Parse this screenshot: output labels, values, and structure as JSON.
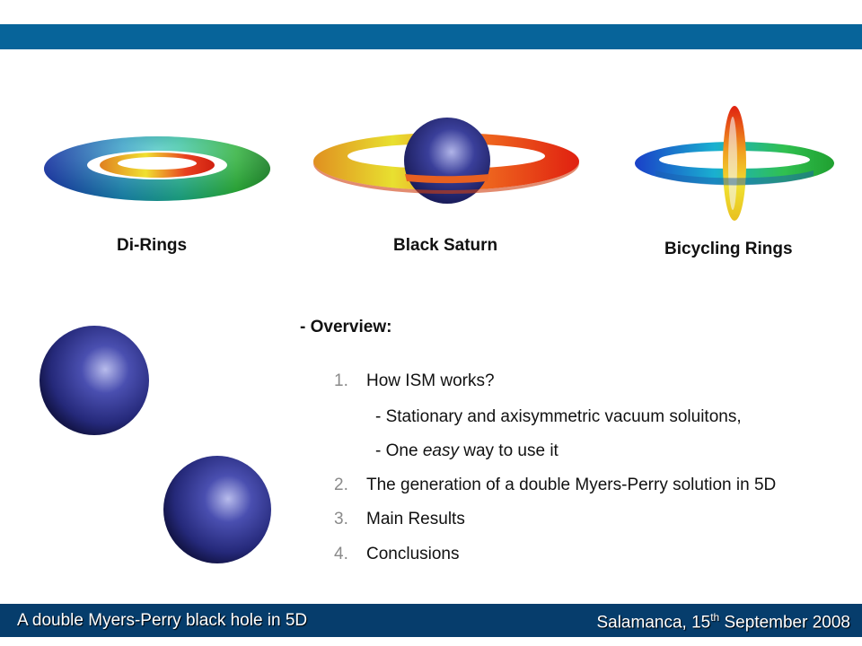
{
  "figures": {
    "di_rings": "Di-Rings",
    "black_saturn": "Black Saturn",
    "bicycling_rings": "Bicycling Rings"
  },
  "overview": {
    "title": "- Overview:",
    "items": [
      {
        "number": "1.",
        "text": "How ISM works?",
        "subitems": [
          {
            "before": "- Stationary and axisymmetric vacuum soluitons,",
            "emph": "",
            "after": ""
          },
          {
            "before": "- One ",
            "emph": "easy",
            "after": " way to use it"
          }
        ]
      },
      {
        "number": "2.",
        "text": "The generation of a double Myers-Perry solution in 5D"
      },
      {
        "number": "3.",
        "text": "Main Results"
      },
      {
        "number": "4.",
        "text": "Conclusions"
      }
    ]
  },
  "footer": {
    "left": "A double Myers-Perry black hole in 5D",
    "right_prefix": "Salamanca, 15",
    "right_sup": "th",
    "right_suffix": " September 2008"
  },
  "colors": {
    "top_bar": "#07649a",
    "footer_bar": "#063d6c",
    "sphere": "#2a2f8a"
  }
}
